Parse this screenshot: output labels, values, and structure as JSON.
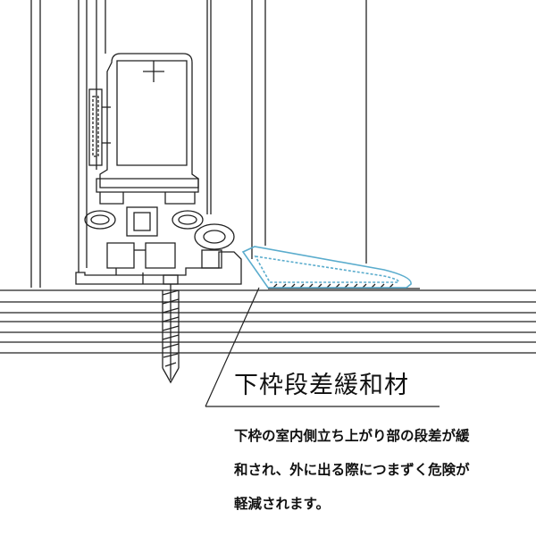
{
  "part_label": "下枠段差緩和材",
  "description_lines": [
    "下枠の室内側立ち上がり部の段差が緩",
    "和され、外に出る際につまずく危険が",
    "軽減されます。"
  ],
  "colors": {
    "line": "#222222",
    "highlight": "#5aaccd",
    "background": "#ffffff"
  }
}
